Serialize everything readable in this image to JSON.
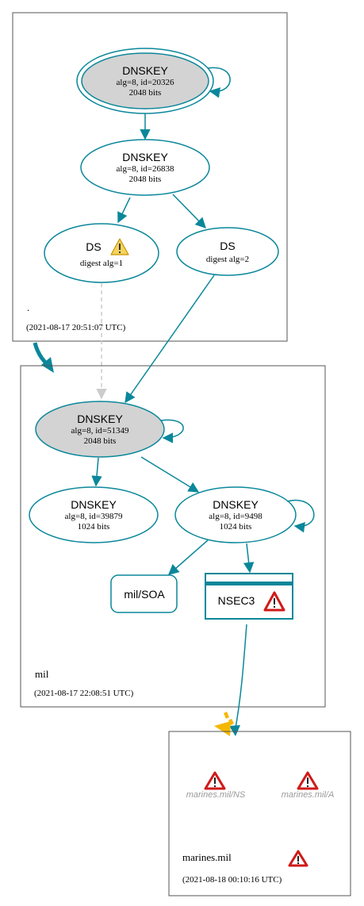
{
  "zones": {
    "root": {
      "name": ".",
      "timestamp": "(2021-08-17 20:51:07 UTC)"
    },
    "mil": {
      "name": "mil",
      "timestamp": "(2021-08-17 22:08:51 UTC)"
    },
    "marines": {
      "name": "marines.mil",
      "timestamp": "(2021-08-18 00:10:16 UTC)"
    }
  },
  "nodes": {
    "root_ksk": {
      "title": "DNSKEY",
      "line1": "alg=8, id=20326",
      "line2": "2048 bits"
    },
    "root_zsk": {
      "title": "DNSKEY",
      "line1": "alg=8, id=26838",
      "line2": "2048 bits"
    },
    "ds1": {
      "title": "DS",
      "line1": "digest alg=1"
    },
    "ds2": {
      "title": "DS",
      "line1": "digest alg=2"
    },
    "mil_ksk": {
      "title": "DNSKEY",
      "line1": "alg=8, id=51349",
      "line2": "2048 bits"
    },
    "mil_zsk1": {
      "title": "DNSKEY",
      "line1": "alg=8, id=39879",
      "line2": "1024 bits"
    },
    "mil_zsk2": {
      "title": "DNSKEY",
      "line1": "alg=8, id=9498",
      "line2": "1024 bits"
    },
    "mil_soa": {
      "title": "mil/SOA"
    },
    "nsec3": {
      "title": "NSEC3"
    },
    "marines_ns": {
      "title": "marines.mil/NS"
    },
    "marines_a": {
      "title": "marines.mil/A"
    }
  },
  "colors": {
    "edge": "#0a879a",
    "ksk_fill": "#d3d3d3",
    "warning": "#f4b800",
    "error": "#d01a1a",
    "insecure_edge": "#cccccc",
    "zone_border": "#555555"
  }
}
